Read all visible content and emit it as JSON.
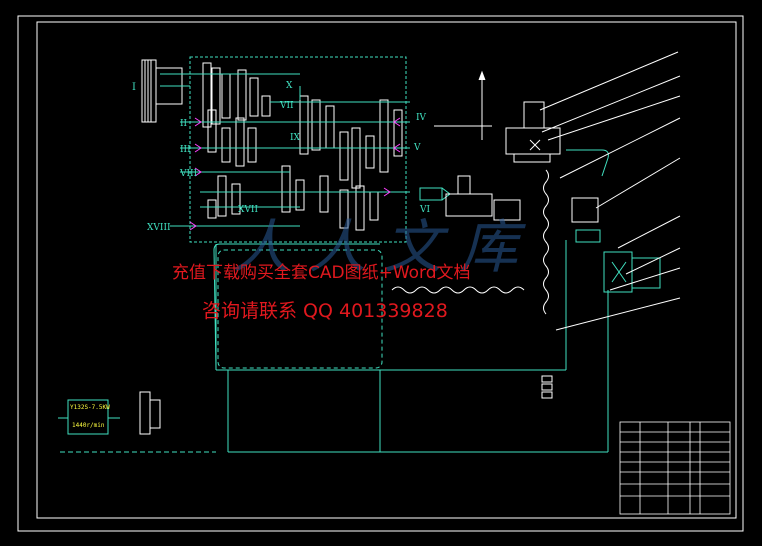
{
  "colors": {
    "background": "#000000",
    "frame": "#ffffff",
    "drawing": "#40e0c0",
    "gear": "#ffffff",
    "shaft": "#ff40ff",
    "watermark": "#e0181e"
  },
  "shaft_labels": [
    "I",
    "II",
    "III",
    "VIII",
    "XVII",
    "XVIII",
    "IV",
    "V",
    "VI",
    "X",
    "VII",
    "IX"
  ],
  "motor": {
    "model": "Y132S-7.5KW",
    "speed": "1440r/min"
  },
  "watermark": {
    "logo": "人人文库",
    "line1": "充值下载购买全套CAD图纸+Word文档",
    "line2": "咨询请联系 QQ 401339828"
  },
  "title_block": {
    "label": "title-block"
  }
}
